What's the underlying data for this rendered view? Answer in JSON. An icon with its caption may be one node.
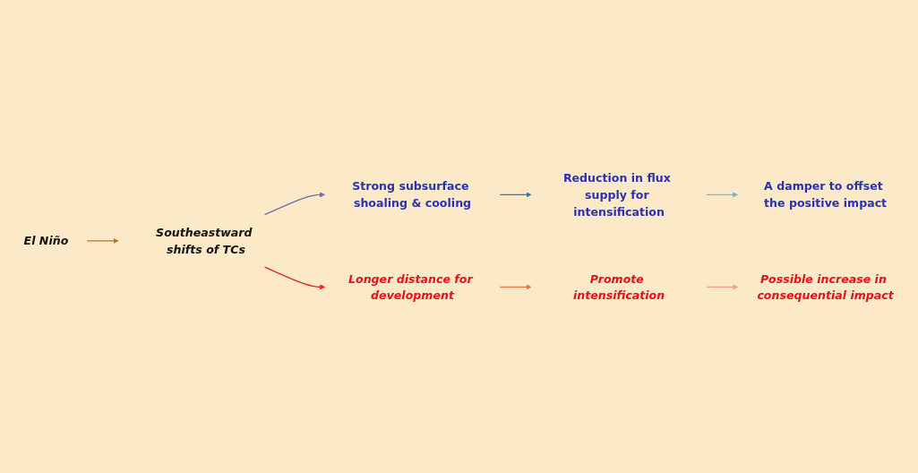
{
  "diagram": {
    "nodes": [
      {
        "text": [
          "El Niño"
        ]
      },
      {
        "text": [
          "Southeastward shifts of TCs"
        ]
      },
      {
        "text": [
          "Strong subsurface shoaling & cooling"
        ]
      },
      {
        "text": [
          "Longer distance for development"
        ]
      },
      {
        "text": [
          "Reduction in flux supply for intensification"
        ]
      },
      {
        "text": [
          "A damper to offset the positive impact"
        ]
      },
      {
        "text": [
          "Promote intensification"
        ]
      },
      {
        "text": [
          "Possible increase in consequential impact"
        ]
      }
    ],
    "edges": [
      {
        "from": 0,
        "to": 1,
        "arrow": "to",
        "color": "#b07a2a"
      },
      {
        "from": 1,
        "to": 2,
        "arrow": "to",
        "color": "#6a6ab8"
      },
      {
        "from": 1,
        "to": 3,
        "arrow": "to",
        "color": "#e8231c"
      },
      {
        "from": 2,
        "to": 4,
        "arrow": "to",
        "color": "#2a7ab8"
      },
      {
        "from": 4,
        "to": 5,
        "arrow": "to",
        "color": "#7ab0e0"
      },
      {
        "from": 3,
        "to": 6,
        "arrow": "to",
        "color": "#f07040"
      },
      {
        "from": 6,
        "to": 7,
        "arrow": "to",
        "color": "#f4a080"
      }
    ]
  }
}
